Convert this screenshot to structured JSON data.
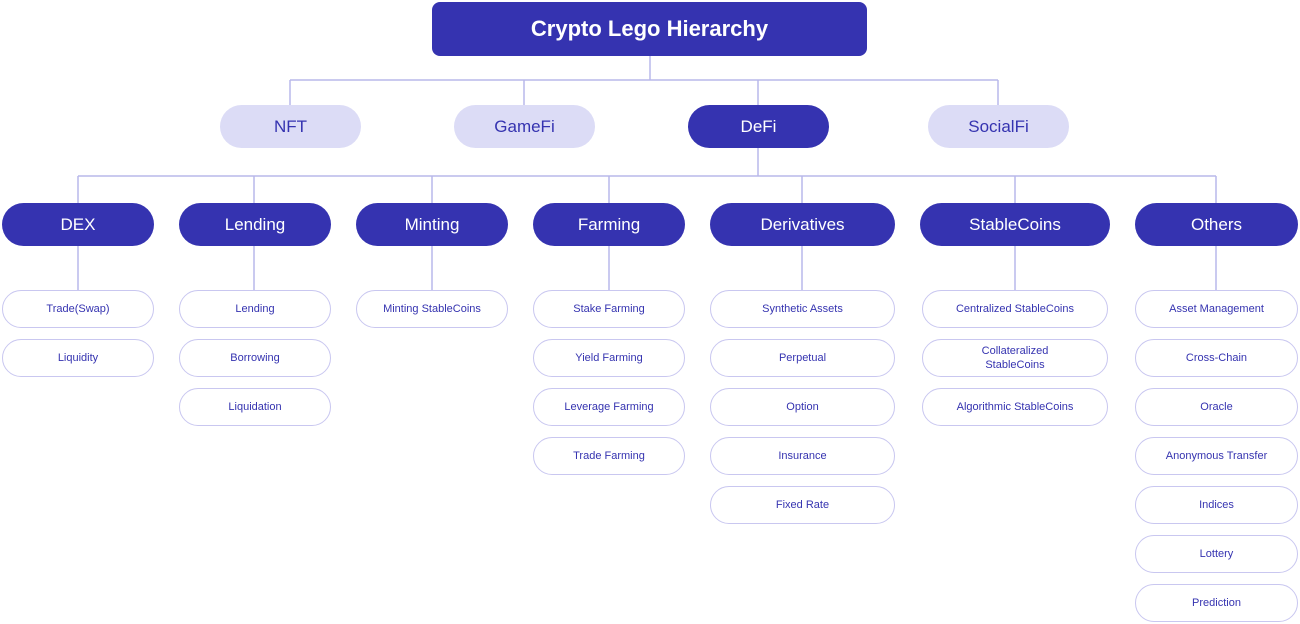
{
  "title": "Crypto Lego Hierarchy",
  "top_categories": [
    "NFT",
    "GameFi",
    "DeFi",
    "SocialFi"
  ],
  "defi_categories": [
    {
      "label": "DEX",
      "items": [
        "Trade(Swap)",
        "Liquidity"
      ]
    },
    {
      "label": "Lending",
      "items": [
        "Lending",
        "Borrowing",
        "Liquidation"
      ]
    },
    {
      "label": "Minting",
      "items": [
        "Minting StableCoins"
      ]
    },
    {
      "label": "Farming",
      "items": [
        "Stake Farming",
        "Yield Farming",
        "Leverage Farming",
        "Trade Farming"
      ]
    },
    {
      "label": "Derivatives",
      "items": [
        "Synthetic Assets",
        "Perpetual",
        "Option",
        "Insurance",
        "Fixed Rate"
      ]
    },
    {
      "label": "StableCoins",
      "items": [
        "Centralized StableCoins",
        "Collateralized StableCoins",
        "Algorithmic StableCoins"
      ]
    },
    {
      "label": "Others",
      "items": [
        "Asset Management",
        "Cross-Chain",
        "Oracle",
        "Anonymous Transfer",
        "Indices",
        "Lottery",
        "Prediction"
      ]
    }
  ],
  "colors": {
    "primary": "#3533b0",
    "light": "#dcdcf6",
    "connector": "#b9b8ea",
    "leaf_border": "#c9c7f0"
  }
}
